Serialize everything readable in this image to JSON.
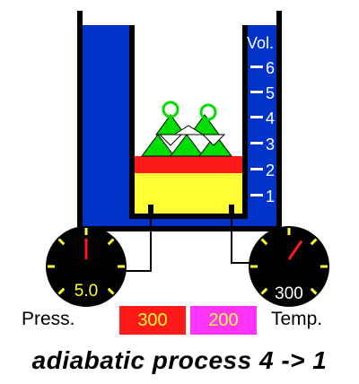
{
  "volume_scale": {
    "title": "Vol.",
    "ticks": [
      "6",
      "5",
      "4",
      "3",
      "2",
      "1"
    ]
  },
  "pressure_gauge": {
    "label": "Press.",
    "readout": "5.0",
    "needle_fraction": 0.0
  },
  "temperature_gauge": {
    "label": "Temp.",
    "readout": "300",
    "needle_fraction": 0.2
  },
  "temperature_boxes": [
    {
      "value": "300",
      "color": "#ff1a1a"
    },
    {
      "value": "200",
      "color": "#ff33ff"
    }
  ],
  "caption": "adiabatic process 4 -> 1",
  "colors": {
    "reservoir": "#0033cc",
    "gas": "#ffff33",
    "piston": "#ff1a1a",
    "weights": "#00dd00",
    "gauge_dial": "#000000",
    "gauge_ticks": "#ffff33"
  }
}
